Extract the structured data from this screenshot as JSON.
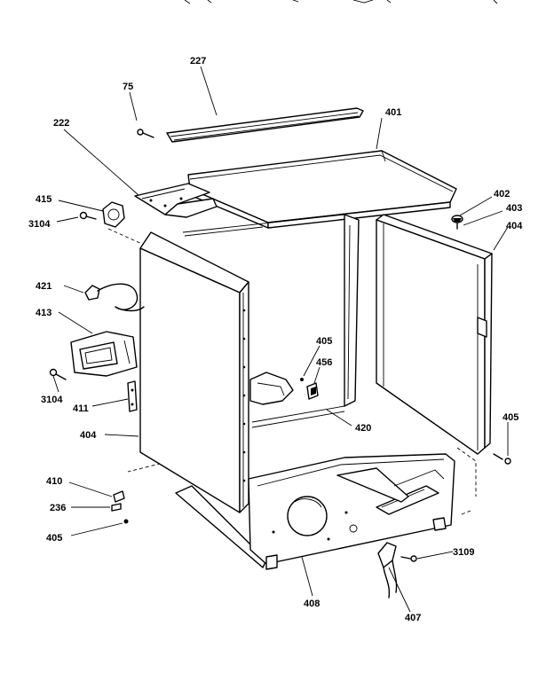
{
  "labels": {
    "p227": "227",
    "p75": "75",
    "p401": "401",
    "p222": "222",
    "p415": "415",
    "p3104a": "3104",
    "p402": "402",
    "p403": "403",
    "p404a": "404",
    "p421": "421",
    "p413": "413",
    "p405a": "405",
    "p456": "456",
    "p3104b": "3104",
    "p411": "411",
    "p420": "420",
    "p405b": "405",
    "p404b": "404",
    "p410": "410",
    "p236": "236",
    "p405c": "405",
    "p3109": "3109",
    "p408": "408",
    "p407": "407"
  }
}
